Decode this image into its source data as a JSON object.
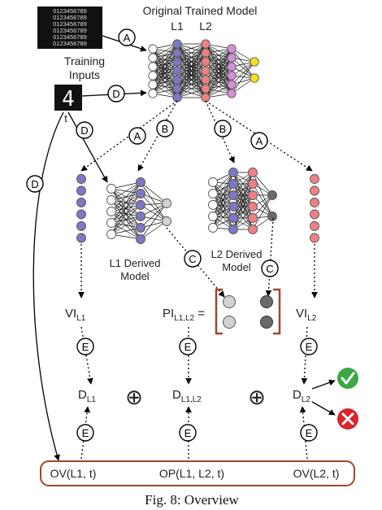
{
  "labels": {
    "model_title": "Original Trained Model",
    "layer1": "L1",
    "layer2": "L2",
    "training_inputs_line1": "Training",
    "training_inputs_line2": "Inputs",
    "input_t": "t",
    "l1_derived_line1": "L1 Derived",
    "l1_derived_line2": "Model",
    "l2_derived_line1": "L2 Derived",
    "l2_derived_line2": "Model",
    "input_digit": "4",
    "circle_plus": "⊕"
  },
  "math": {
    "vi": "VI",
    "vi_l1_sub": "L1",
    "vi_l2_sub": "L2",
    "pi": "PI",
    "pi_sub": "L1,L2",
    "pi_eq": "=",
    "d": "D",
    "d_l1_sub": "L1",
    "d_l12_sub": "L1,L2",
    "d_l2_sub": "L2"
  },
  "steps": {
    "a": "A",
    "b": "B",
    "c": "C",
    "d": "D",
    "e": "E"
  },
  "bottom_bar": {
    "ov_l1": "OV(L1, t)",
    "op": "OP(L1, L2, t)",
    "ov_l2": "OV(L2, t)"
  },
  "caption": "Fig. 8: Overview",
  "mnist_rows": [
    "0123456789",
    "0123456789",
    "0123456789",
    "0123456789",
    "0123456789",
    "0123456789"
  ],
  "colors": {
    "l1_node": "#7b78c4",
    "l2_node": "#f07f86",
    "l3_node": "#d48fd6",
    "output_node": "#f4e21a",
    "gray_node": "#bbbbbb",
    "dark_node": "#6a6a6a",
    "bracket": "#a0462a",
    "accept": "#3aa843",
    "reject": "#d8262a"
  }
}
